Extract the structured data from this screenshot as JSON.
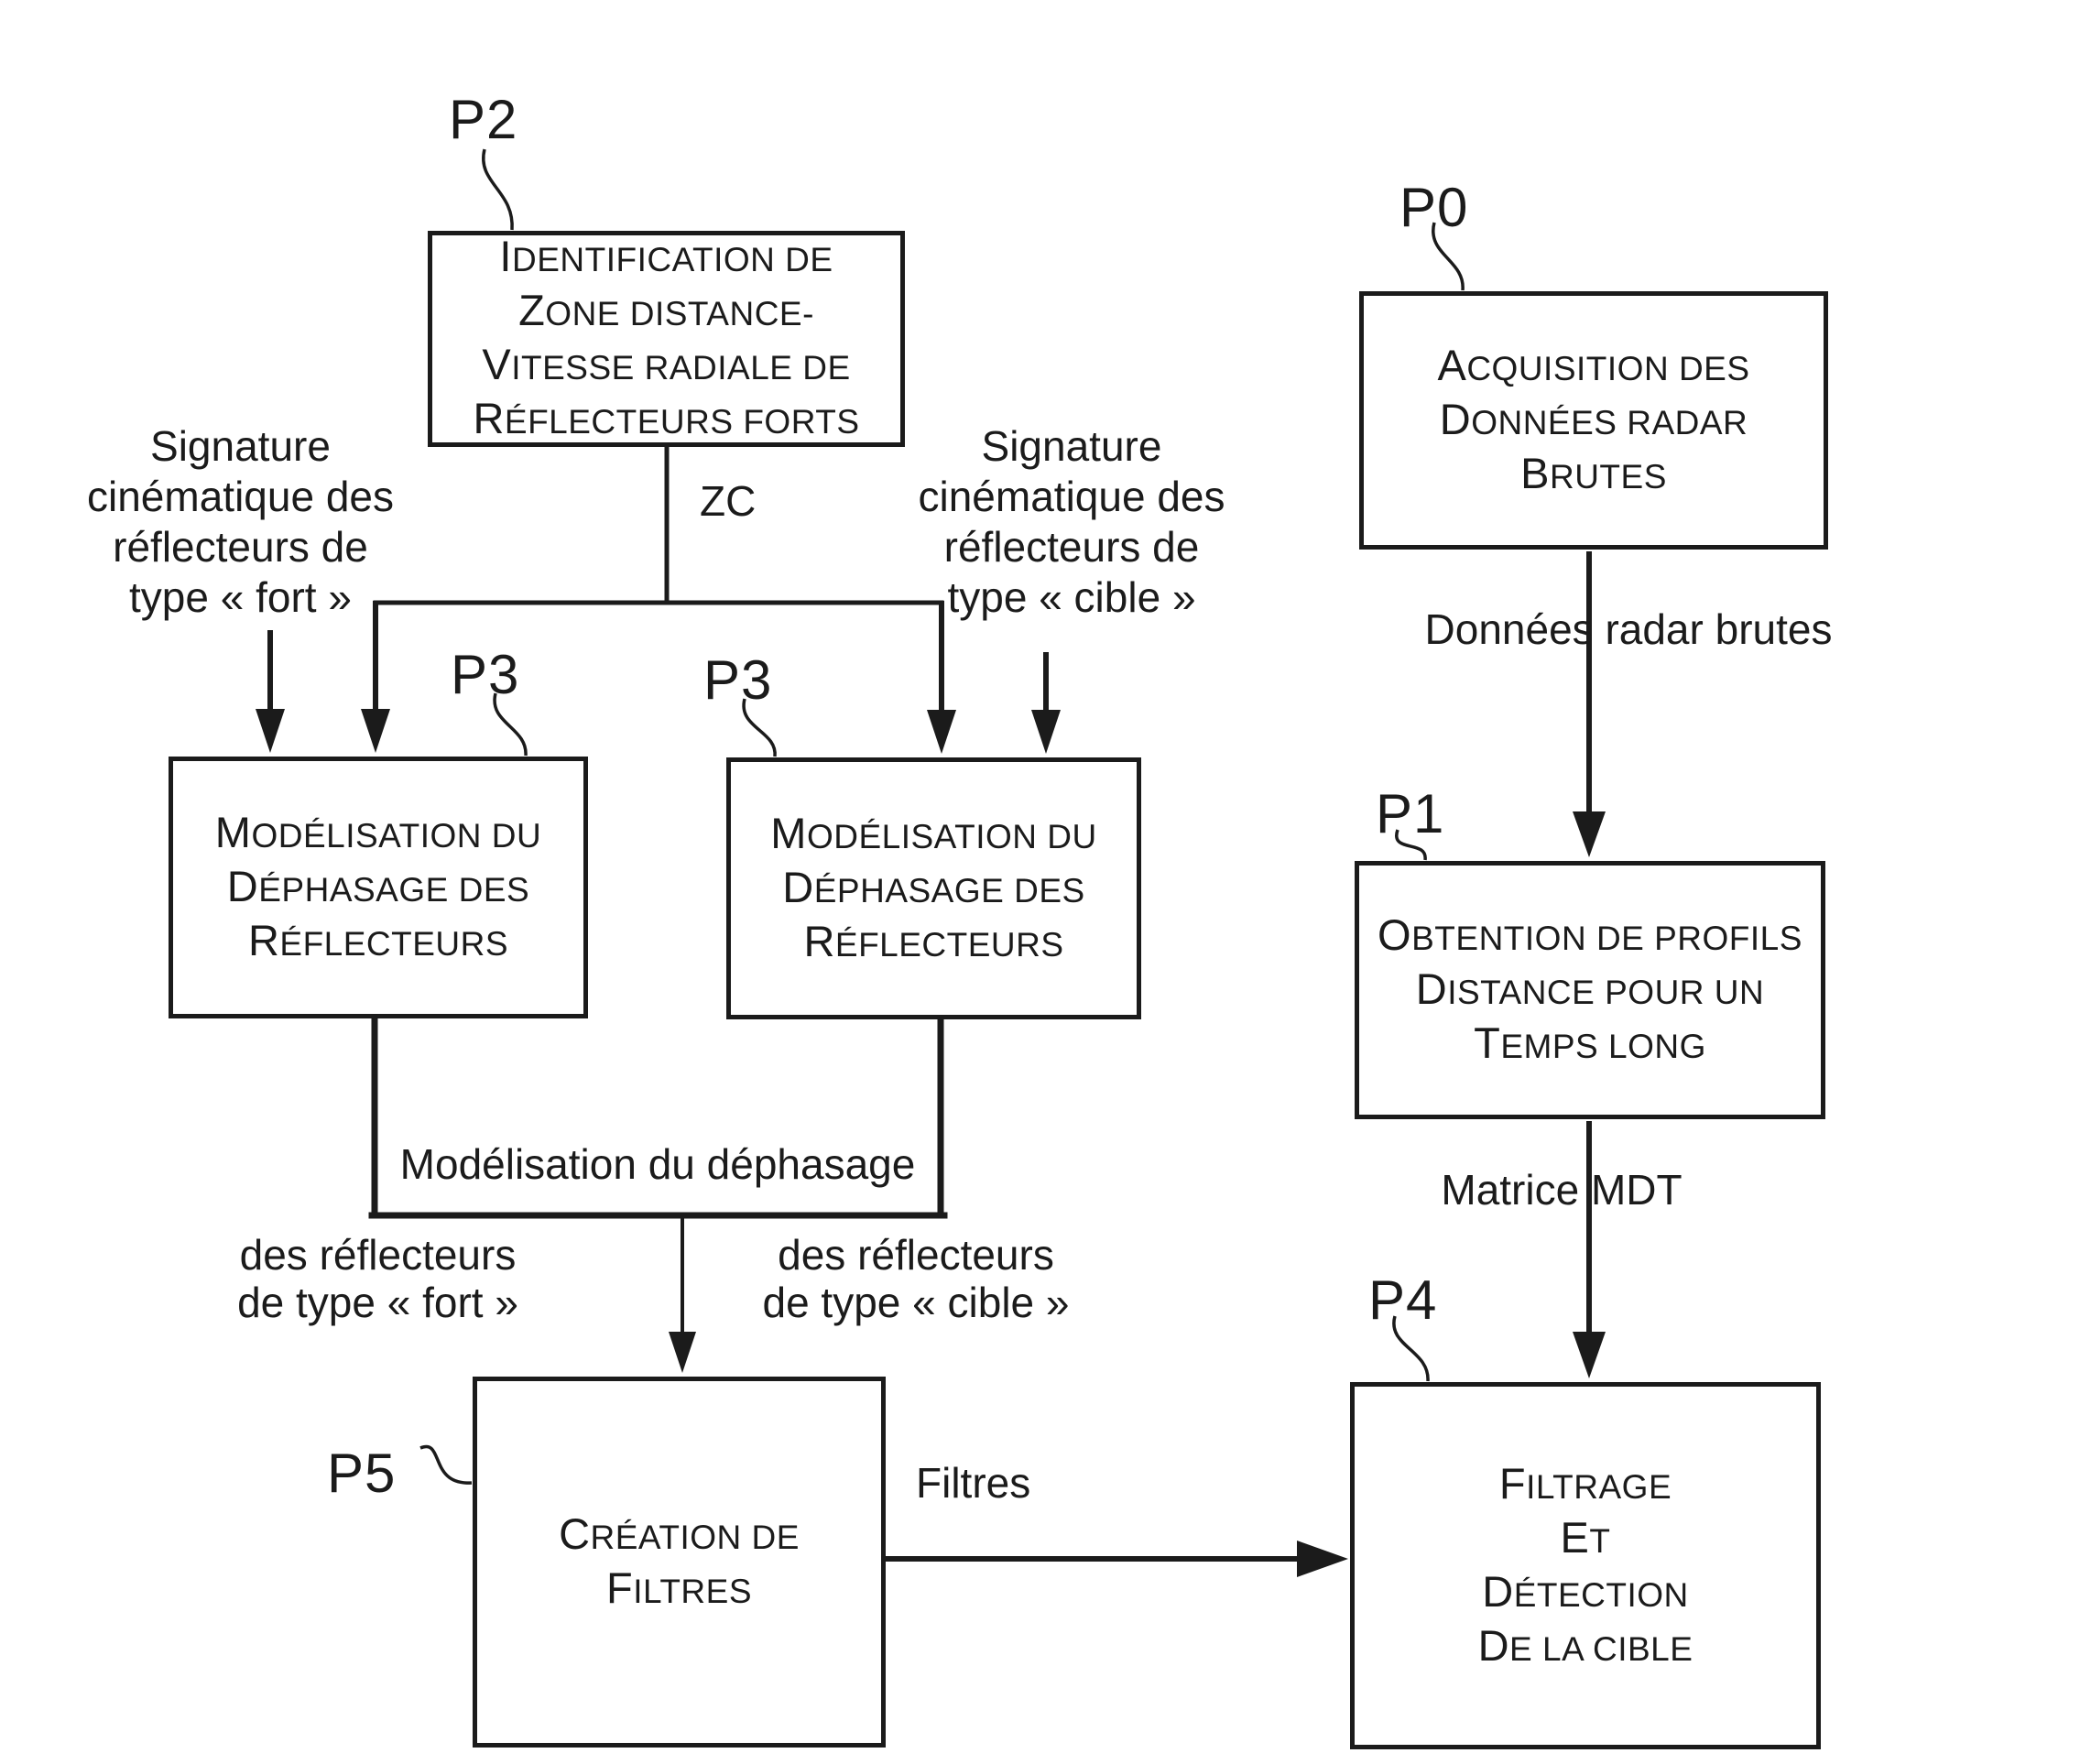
{
  "diagram": {
    "background": "#ffffff",
    "ink": "#1b1b1b",
    "boxes": {
      "p2": {
        "ref": "P2",
        "lines": [
          "IDENTIFICATION DE",
          "ZONE DISTANCE-",
          "VITESSE RADIALE DE",
          "RÉFLECTEURS FORTS"
        ]
      },
      "p0": {
        "ref": "P0",
        "lines": [
          "ACQUISITION DES",
          "DONNÉES RADAR",
          "BRUTES"
        ]
      },
      "p3_left": {
        "ref": "P3",
        "lines": [
          "MODÉLISATION DU",
          "DÉPHASAGE DES",
          "RÉFLECTEURS"
        ]
      },
      "p3_right": {
        "ref": "P3",
        "lines": [
          "MODÉLISATION DU",
          "DÉPHASAGE DES",
          "RÉFLECTEURS"
        ]
      },
      "p1": {
        "ref": "P1",
        "lines": [
          "OBTENTION DE PROFILS",
          "DISTANCE POUR UN",
          "TEMPS LONG"
        ]
      },
      "p5": {
        "ref": "P5",
        "lines": [
          "CRÉATION DE",
          "FILTRES"
        ]
      },
      "p4": {
        "ref": "P4",
        "lines": [
          "FILTRAGE",
          "ET",
          "DÉTECTION",
          "DE LA CIBLE"
        ]
      }
    },
    "labels": {
      "zc": "ZC",
      "sig_fort": {
        "lines": [
          "Signature",
          "cinématique des",
          "réflecteurs de",
          "type « fort »"
        ]
      },
      "sig_cible": {
        "lines": [
          "Signature",
          "cinématique des",
          "réflecteurs de",
          "type « cible »"
        ]
      },
      "donnees_radar": "Données radar brutes",
      "matrice_mdt": "Matrice MDT",
      "modelisation": "Modélisation du déphasage",
      "merge_fort": {
        "lines": [
          "des réflecteurs",
          "de type « fort »"
        ]
      },
      "merge_cible": {
        "lines": [
          "des réflecteurs",
          "de type « cible »"
        ]
      },
      "filtres": "Filtres"
    }
  }
}
